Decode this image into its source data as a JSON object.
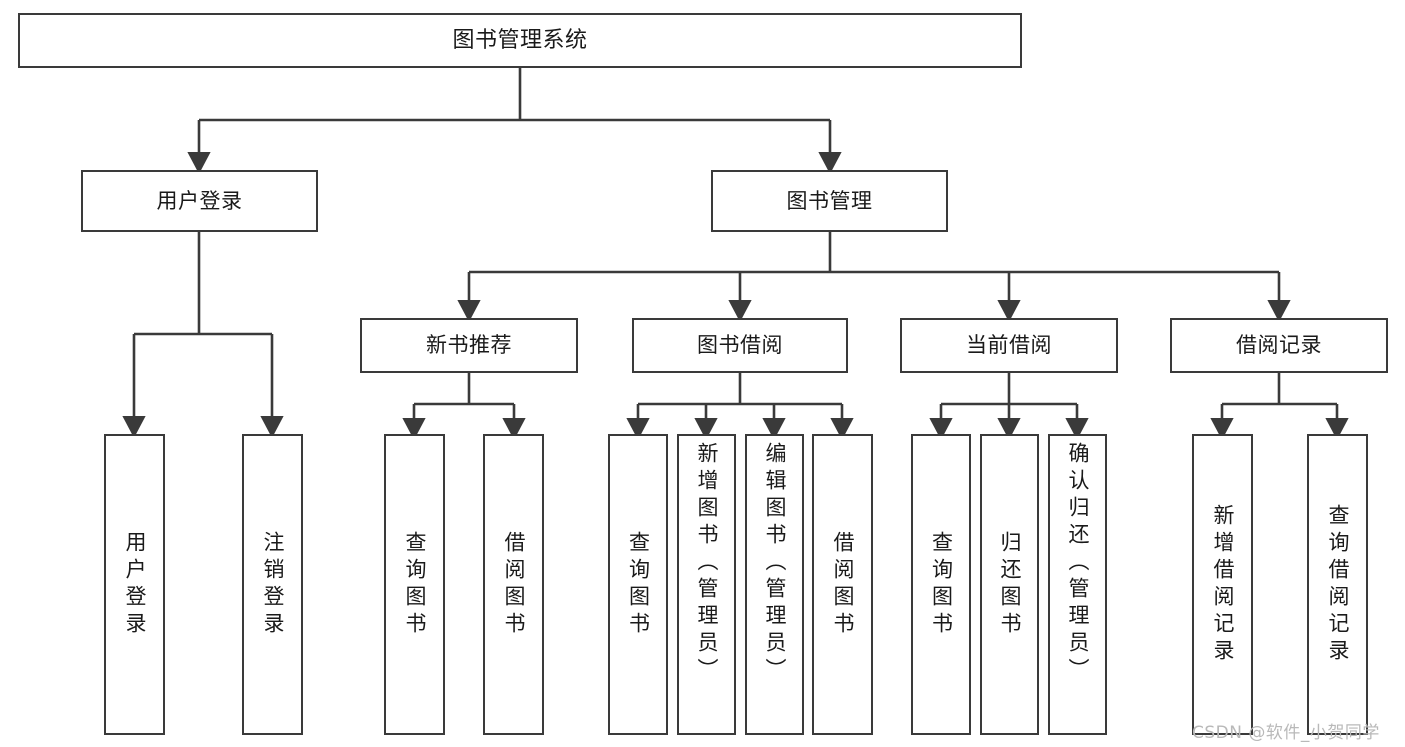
{
  "diagram": {
    "type": "tree",
    "title": "图书管理系统",
    "watermark": "CSDN @软件_小贺同学",
    "colors": {
      "stroke": "#3a3a3a",
      "fill": "#ffffff",
      "text": "#1a1a1a",
      "watermark": "#b9b9b9"
    },
    "nodes": {
      "root": "图书管理系统",
      "level2": {
        "user_login": "用户登录",
        "book_manage": "图书管理"
      },
      "level3": {
        "new_book_rec": "新书推荐",
        "book_borrow": "图书借阅",
        "current_borrow": "当前借阅",
        "borrow_record": "借阅记录"
      },
      "leaves": {
        "user_login_1": "用户登录",
        "user_login_2": "注销登录",
        "new_book_rec_1": "查询图书",
        "new_book_rec_2": "借阅图书",
        "book_borrow_1": "查询图书",
        "book_borrow_2": "新增图书（管理员）",
        "book_borrow_3": "编辑图书（管理员）",
        "book_borrow_4": "借阅图书",
        "current_borrow_1": "查询图书",
        "current_borrow_2": "归还图书",
        "current_borrow_3": "确认归还（管理员）",
        "borrow_record_1": "新增借阅记录",
        "borrow_record_2": "查询借阅记录"
      }
    }
  }
}
